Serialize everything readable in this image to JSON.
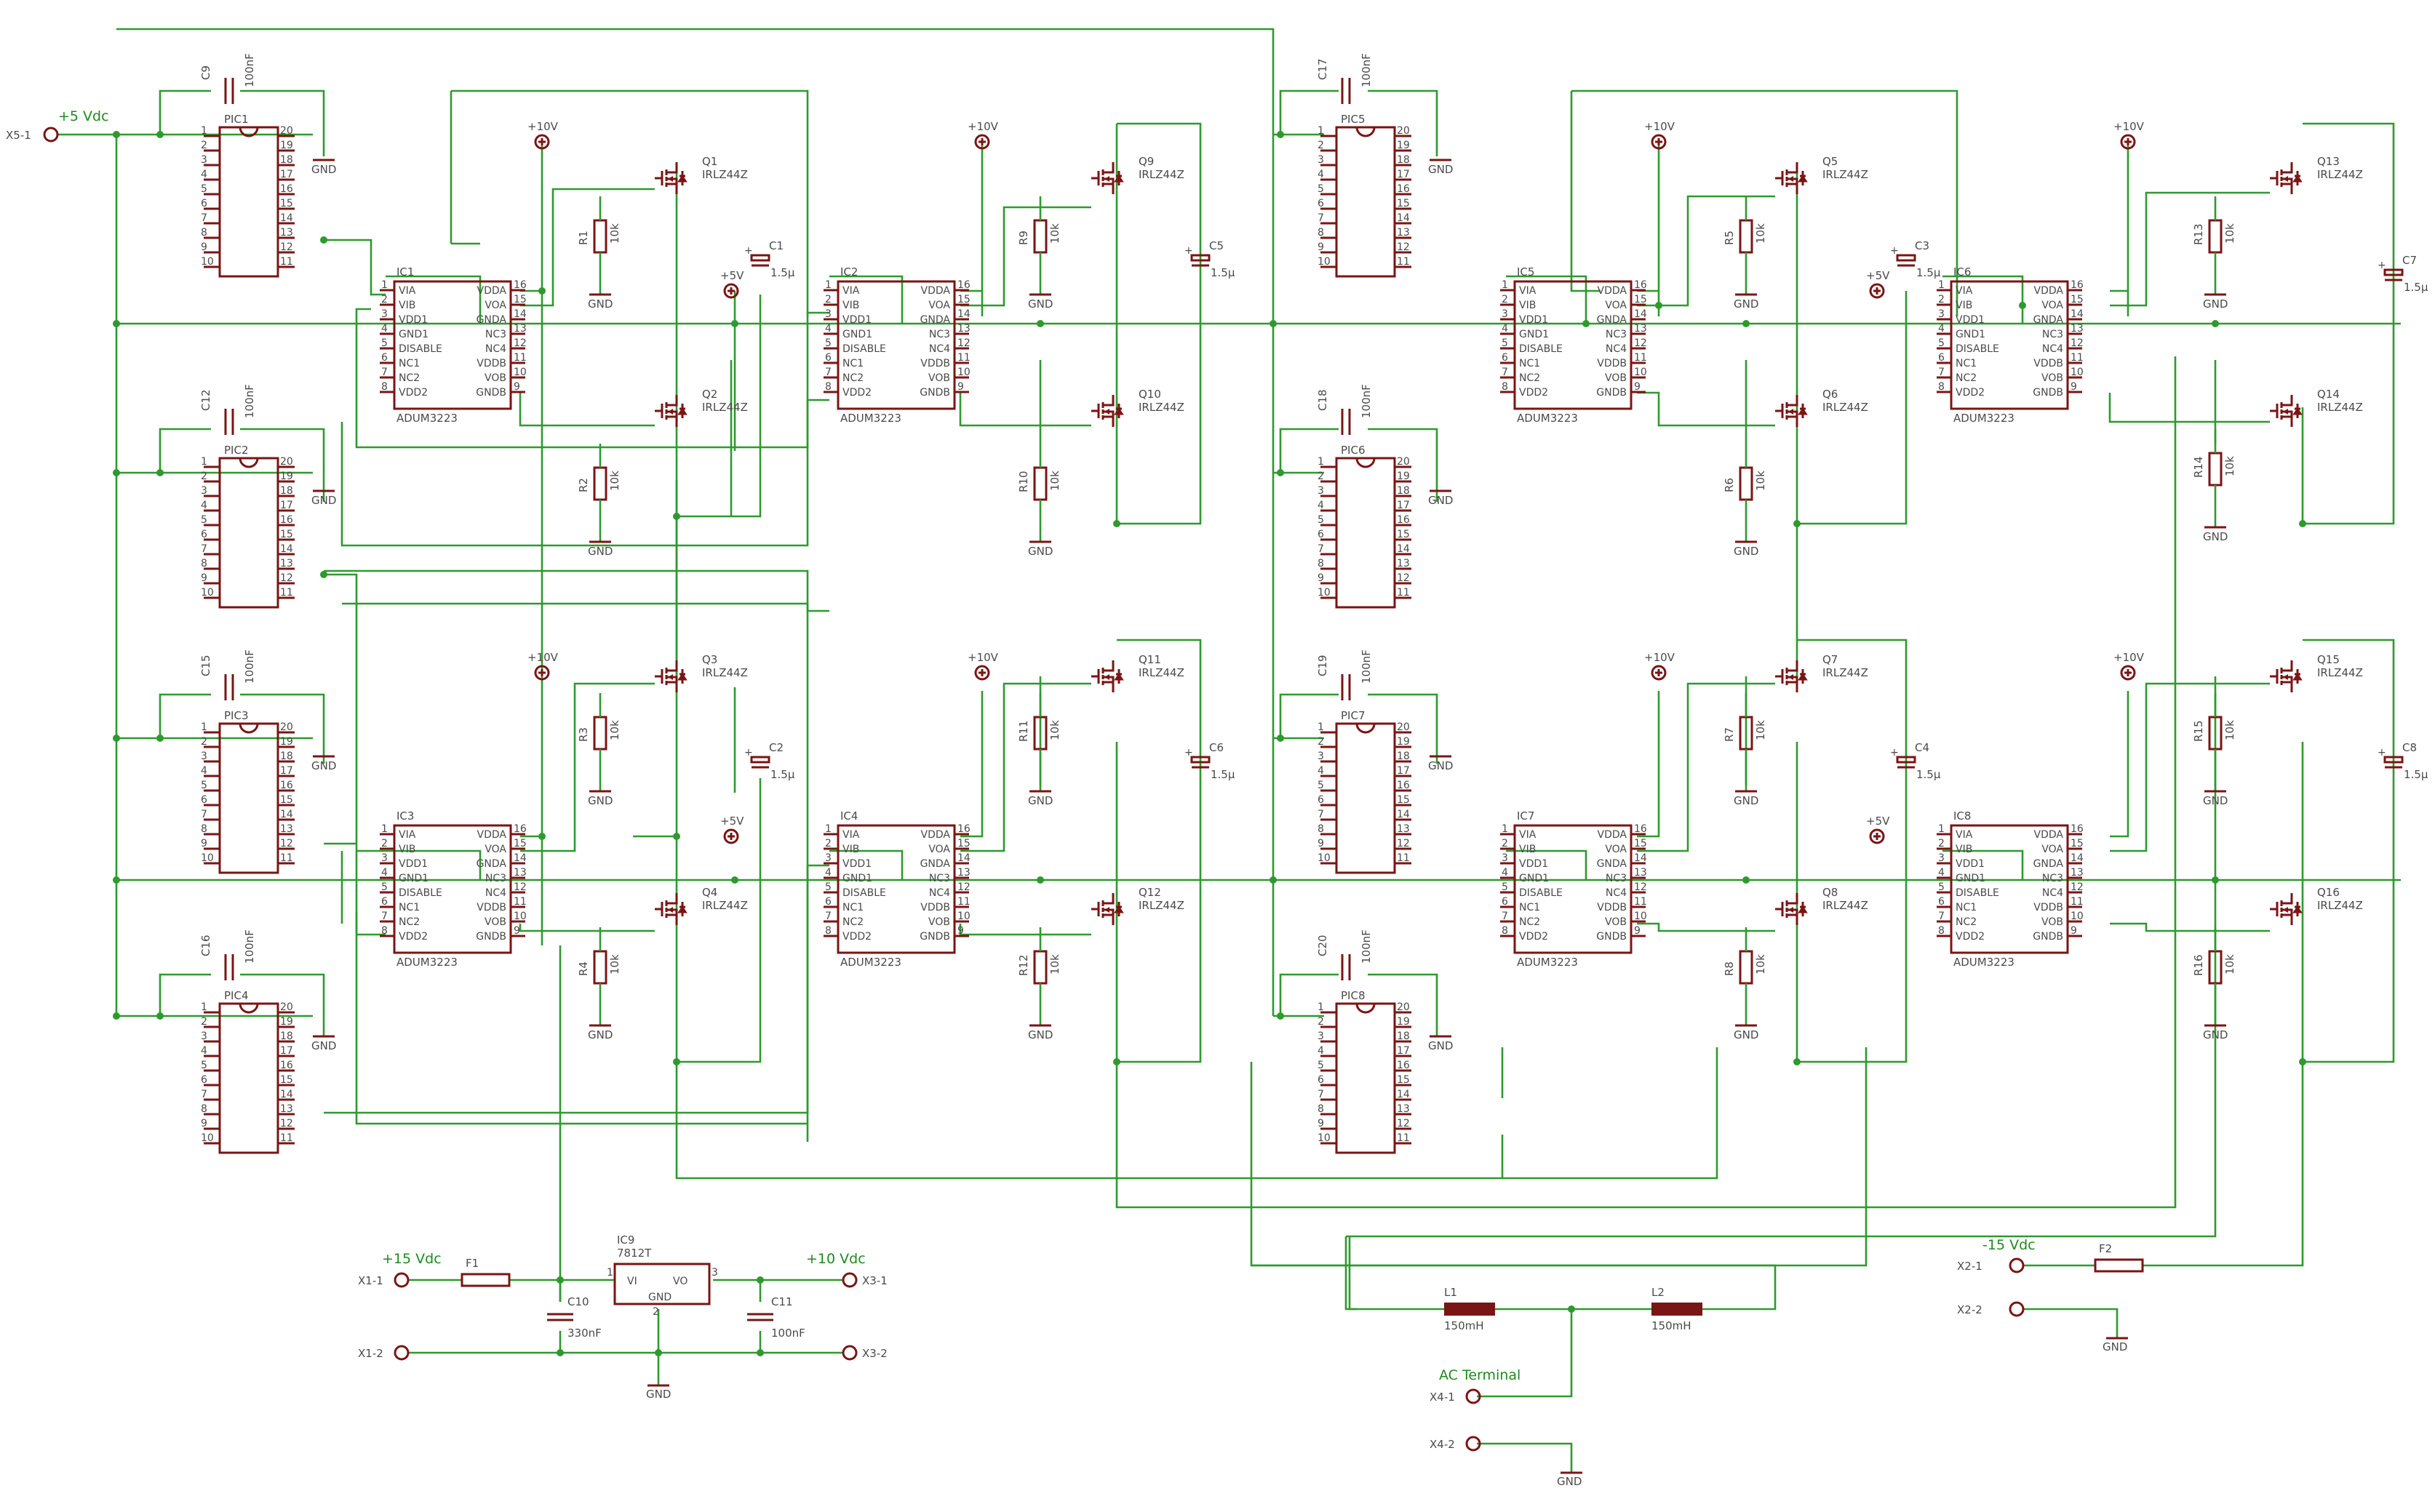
{
  "colors": {
    "wire": "#2e9a2e",
    "part": "#7a1515",
    "text": "#4a4a4a",
    "net_label": "#1e8a1e"
  },
  "adum": {
    "value": "ADUM3223",
    "left_pins": [
      "VIA",
      "VIB",
      "VDD1",
      "GND1",
      "DISABLE",
      "NC1",
      "NC2",
      "VDD2"
    ],
    "right_pins": [
      "VDDA",
      "VOA",
      "GNDA",
      "NC3",
      "NC4",
      "VDDB",
      "VOB",
      "GNDB"
    ],
    "left_nums": [
      "1",
      "2",
      "3",
      "4",
      "5",
      "6",
      "7",
      "8"
    ],
    "right_nums": [
      "16",
      "15",
      "14",
      "13",
      "12",
      "11",
      "10",
      "9"
    ],
    "names": [
      "IC1",
      "IC2",
      "IC3",
      "IC4",
      "IC5",
      "IC6",
      "IC7",
      "IC8"
    ]
  },
  "pic": {
    "left_nums": [
      "1",
      "2",
      "3",
      "4",
      "5",
      "6",
      "7",
      "8",
      "9",
      "10"
    ],
    "right_nums": [
      "20",
      "19",
      "18",
      "17",
      "16",
      "15",
      "14",
      "13",
      "12",
      "11"
    ],
    "names": [
      "PIC1",
      "PIC2",
      "PIC3",
      "PIC4",
      "PIC5",
      "PIC6",
      "PIC7",
      "PIC8"
    ],
    "caps": [
      "C9",
      "C12",
      "C15",
      "C16",
      "C17",
      "C18",
      "C19",
      "C20"
    ],
    "cap_value": "100nF"
  },
  "mosfet": {
    "value": "IRLZ44Z",
    "names": [
      "Q1",
      "Q2",
      "Q3",
      "Q4",
      "Q9",
      "Q10",
      "Q11",
      "Q12",
      "Q5",
      "Q6",
      "Q7",
      "Q8",
      "Q13",
      "Q14",
      "Q15",
      "Q16"
    ]
  },
  "resistor": {
    "value": "10k",
    "names": [
      "R1",
      "R2",
      "R3",
      "R4",
      "R9",
      "R10",
      "R11",
      "R12",
      "R5",
      "R6",
      "R7",
      "R8",
      "R13",
      "R14",
      "R15",
      "R16"
    ]
  },
  "bootstrap": {
    "value": "1.5µ",
    "names": [
      "C1",
      "C2",
      "C5",
      "C6",
      "C3",
      "C4",
      "C7",
      "C8"
    ]
  },
  "supplies": {
    "plus10": "+10V",
    "plus5": "+5V",
    "gnd": "GND"
  },
  "connectors": {
    "x5_1": "X5-1",
    "x5_1_net": "+5 Vdc",
    "x1_1": "X1-1",
    "x1_1_net": "+15 Vdc",
    "x1_2": "X1-2",
    "x3_1": "X3-1",
    "x3_1_net": "+10 Vdc",
    "x3_2": "X3-2",
    "x2_1": "X2-1",
    "x2_1_net": "-15 Vdc",
    "x2_2": "X2-2",
    "x4_1": "X4-1",
    "x4_1_net": "AC Terminal",
    "x4_2": "X4-2"
  },
  "regulator": {
    "name": "IC9",
    "value": "7812T",
    "pin_vi": "VI",
    "pin_vo": "VO",
    "pin_gnd": "GND",
    "pin1": "1",
    "pin2": "2",
    "pin3": "3"
  },
  "fuses": {
    "f1": "F1",
    "f2": "F2"
  },
  "reg_caps": {
    "c10": "C10",
    "c10_value": "330nF",
    "c11": "C11",
    "c11_value": "100nF"
  },
  "inductors": {
    "l1": "L1",
    "l2": "L2",
    "value": "150mH"
  }
}
